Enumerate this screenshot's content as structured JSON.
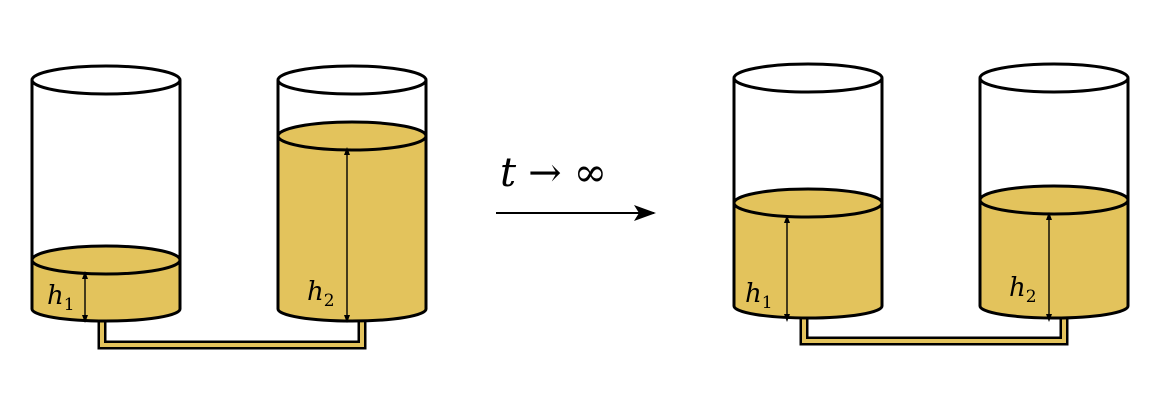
{
  "colors": {
    "liquid": "#e3c35c",
    "outline": "#000000",
    "background": "#ffffff"
  },
  "labels": {
    "left_h1": {
      "var": "h",
      "sub": "1"
    },
    "left_h2": {
      "var": "h",
      "sub": "2"
    },
    "right_h1": {
      "var": "h",
      "sub": "1"
    },
    "right_h2": {
      "var": "h",
      "sub": "2"
    },
    "limit": {
      "var": "t",
      "arrow": "→",
      "inf": "∞"
    }
  },
  "states": {
    "initial": {
      "tank1_level": 0.26,
      "tank2_level": 0.86
    },
    "final": {
      "tank1_level": 0.55,
      "tank2_level": 0.53
    }
  }
}
